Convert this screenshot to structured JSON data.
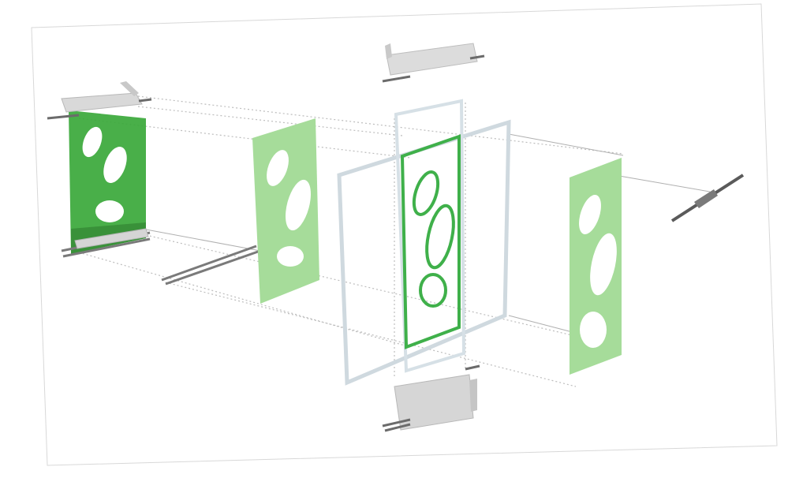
{
  "diagram": {
    "kind": "exploded assembly illustration",
    "colors": {
      "background": "#ffffff",
      "sheet": "#ffffff",
      "dark_green": "#3aa83a",
      "light_green": "#a6dc9a",
      "gasket_green": "#3fb04a",
      "frame": "#cfd9df",
      "rail": "#d9d9d9",
      "rod": "#6b6b6b",
      "guide_line": "#bdbdbd"
    },
    "parts": [
      {
        "name": "end-plate-left",
        "fill": "dark_green",
        "holes": 3
      },
      {
        "name": "membrane-plate-1",
        "fill": "light_green",
        "holes": 3
      },
      {
        "name": "frame-rectangle-1",
        "fill": "frame"
      },
      {
        "name": "gasket",
        "fill": "gasket_green",
        "rings": 3
      },
      {
        "name": "membrane-plate-2",
        "fill": "light_green",
        "holes": 3
      },
      {
        "name": "rail-top-left",
        "fill": "rail"
      },
      {
        "name": "rail-top-center",
        "fill": "rail"
      },
      {
        "name": "rail-bottom-center",
        "fill": "rail"
      },
      {
        "name": "connector-rod-right",
        "fill": "rod"
      }
    ]
  }
}
